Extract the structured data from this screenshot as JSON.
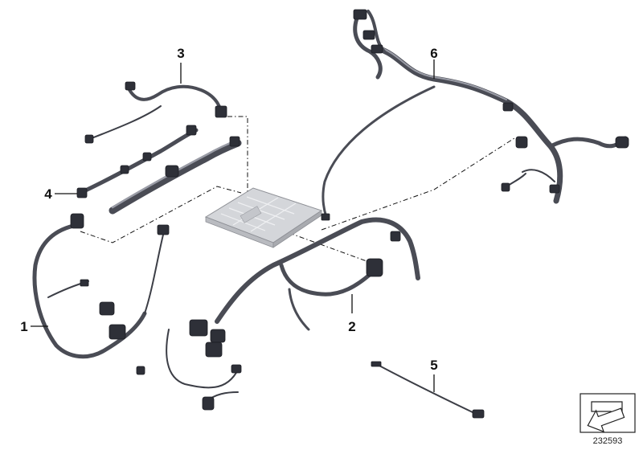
{
  "diagram": {
    "callouts": [
      "1",
      "2",
      "3",
      "4",
      "5",
      "6"
    ],
    "reference_number": "232593",
    "icons": [
      "arrow-corner-icon"
    ],
    "colors": {
      "harness": "#4a4c55",
      "harness_highlight": "#9a9ca6",
      "module": "#d4d6da",
      "connector": "#2e3038",
      "line": "#111111"
    }
  }
}
